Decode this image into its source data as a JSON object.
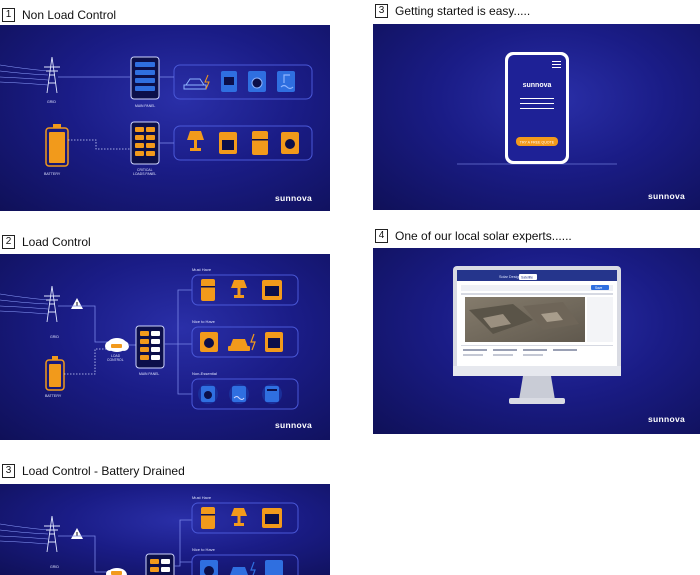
{
  "sections": [
    {
      "num": "1",
      "title": "Non Load Control"
    },
    {
      "num": "2",
      "title": "Load Control"
    },
    {
      "num": "3",
      "title": "Load Control - Battery Drained"
    },
    {
      "num": "3",
      "title": "Getting started is easy....."
    },
    {
      "num": "4",
      "title": "One of our local solar experts......"
    }
  ],
  "brand": {
    "logo": "sunnova"
  },
  "labels": {
    "grid": "GRID",
    "battery": "BATTERY",
    "main_panel": "MAIN PANEL",
    "critical_loads_panel_1": "CRITICAL",
    "critical_loads_panel_2": "LOADS PANEL",
    "load_control_1": "LOAD",
    "load_control_2": "CONTROL",
    "must_have": "Must Have",
    "nice_to_have": "Nice to Have",
    "non_essential": "Non-Essential"
  },
  "phone": {
    "logo": "sunnova",
    "cta": "TRY A FREE QUOTE"
  },
  "monitor": {
    "tab_1": "Solar Design",
    "tab_2": "Satellite",
    "button": "Save"
  },
  "colors": {
    "panel_bg": "#1a1c86",
    "accent_orange": "#f29a1b",
    "accent_blue": "#2f6fe0",
    "line": "#7a86e8"
  }
}
